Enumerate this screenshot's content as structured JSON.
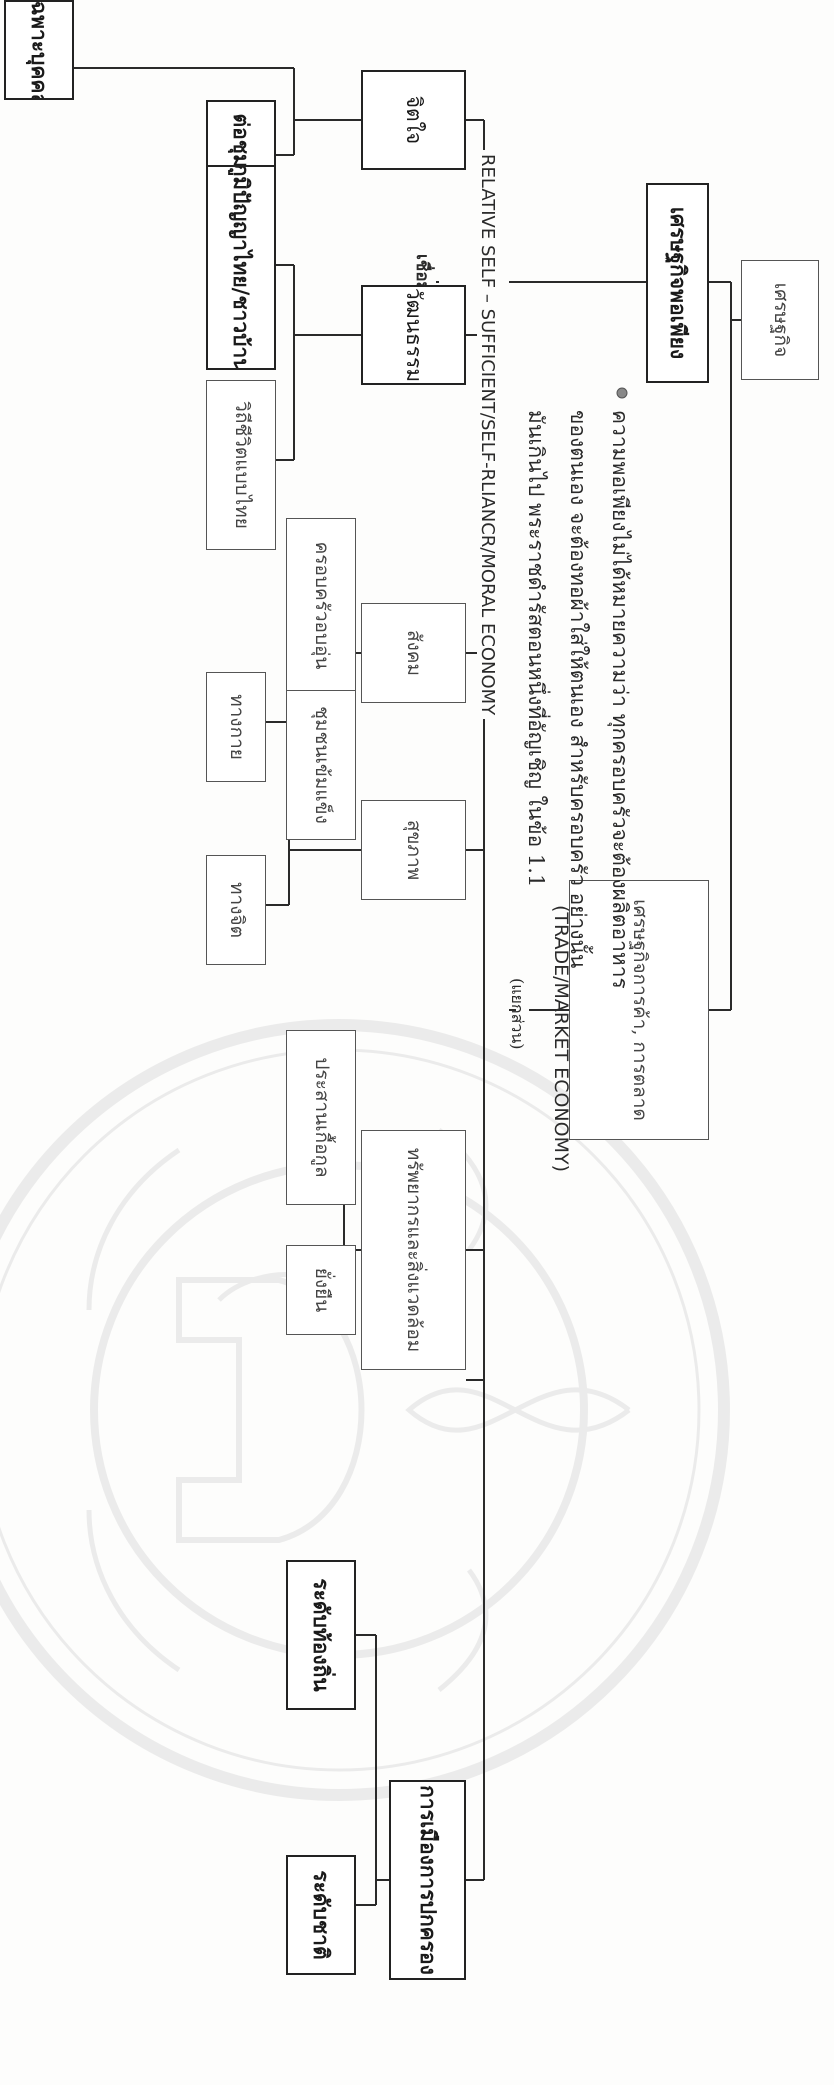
{
  "diagram": {
    "root": "เศรษฐกิจ",
    "sufficiency_economy": "เศรษฐกิจพอเพียง",
    "trade_economy": "เศรษฐกิจการค้า, การตลาด",
    "trade_economy_english": "(TRADE/MARKET ECONOMY)",
    "trade_economy_note": "(แยกส่วน)",
    "sufficiency_english": "RELATIVE SELF – SUFFICIENT/SELF-RLIANCR/MORAL ECONOMY",
    "sufficiency_note": "เชื่อมโยง",
    "description_lines": [
      "ความพอเพียงไม่ได้หมายความว่า ทุกครอบครัวจะต้องผลิตอาหาร",
      "ของตนเอง  จะต้องทอผ้าใส่ให้ตนเอง  สำหรับครอบครัว  อย่างนั้น",
      "มันเกินไป  พระราชดำรัสตอนหนึ่งที่อัญเชิญ ในข้อ  1.1"
    ],
    "mind": "จิตใจ",
    "mind_children": [
      "เฉพาะบุคคล",
      "ต่อชุมชน"
    ],
    "culture": "วัฒนธรรม",
    "culture_children": [
      "ภูมิปัญญาไทย/ชาวบ้าน",
      "วิถีชีวิตแบบไทย"
    ],
    "society": "สังคม",
    "society_children": [
      "ครอบครัวอบอุ่น",
      "ชุมชนเข้มแข็ง"
    ],
    "health": "สุขภาพ",
    "health_children": [
      "ทางกาย",
      "ทางจิต"
    ],
    "resources": "ทรัพยากรและสิ่งแวดล้อม",
    "resources_children": [
      "ประสานเกื้อกูล",
      "ยั่งยืน"
    ],
    "politics": "การเมืองการปกครอง",
    "politics_children": [
      "ระดับท้องถิ่น",
      "ระดับชาติ"
    ]
  },
  "colors": {
    "ink": "#222222",
    "paper": "#fdfdfc",
    "watermark": "#9a9a9a"
  }
}
